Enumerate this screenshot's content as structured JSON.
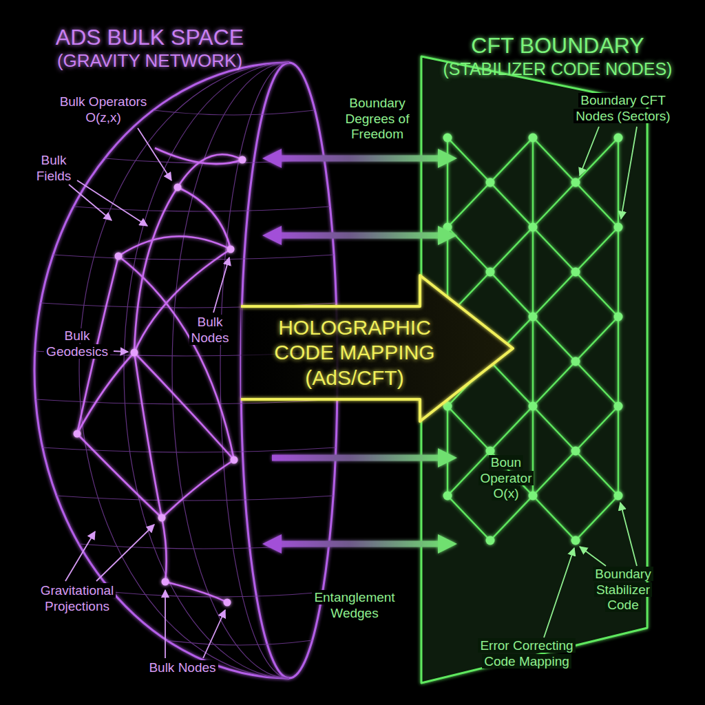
{
  "diagram": {
    "nodes": [
      {
        "text": [
          "ADS BULK SPACE",
          "(GRAVITY NETWORK)"
        ]
      },
      {
        "text": [
          "HOLOGRAPHIC CODE MAPPING (AdS/CFT)"
        ]
      },
      {
        "text": [
          "CFT BOUNDARY",
          "(STABILIZER CODE NODES)"
        ]
      }
    ],
    "edges": [
      {
        "from": 0,
        "to": 2,
        "arrow": "both"
      },
      {
        "from": 0,
        "to": 2,
        "arrow": "both"
      },
      {
        "from": 0,
        "to": 2,
        "arrow": "to"
      },
      {
        "from": 0,
        "to": 2,
        "arrow": "both"
      }
    ],
    "labels": [
      "Bulk Operators O(z,x)",
      "Boundary Degrees of Freedom",
      "Boundary CFT Nodes (Sectors)",
      "Bulk Fields",
      "Bulk Geodesics",
      "Bulk Nodes",
      "Boun Operator O(x)",
      "Gravitational Projections",
      "Entanglement Wedges",
      "Boundary Stabilizer Code",
      "Error Correcting Code Mapping",
      "Bulk Nodes"
    ]
  }
}
